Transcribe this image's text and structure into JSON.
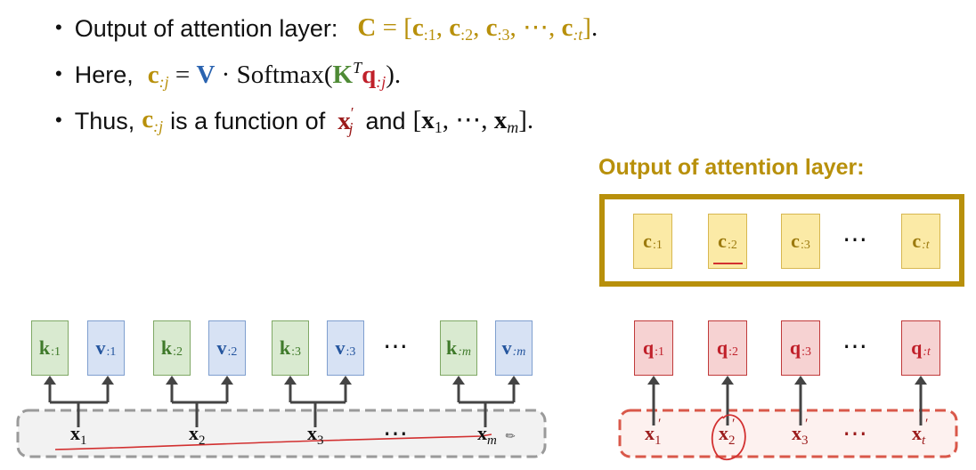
{
  "bullets": [
    {
      "text_prefix": "Output of attention layer:",
      "formula_lhs": "C",
      "formula_items": [
        "c",
        "c",
        "c",
        "⋯",
        "c"
      ],
      "formula_subs": [
        ":1",
        ":2",
        ":3",
        "",
        ":t"
      ]
    },
    {
      "text_prefix": "Here,",
      "lhs": "c",
      "lhs_sub": ":j",
      "v": "V",
      "softmax": "Softmax",
      "k": "K",
      "k_sup": "T",
      "q": "q",
      "q_sub": ":j"
    },
    {
      "text_prefix": "Thus,",
      "c": "c",
      "c_sub": ":j",
      "mid_text": "is a function of",
      "xp": "x",
      "xp_sub": "j",
      "and_text": "and",
      "x_first": "x",
      "x_first_sub": "1",
      "x_last": "x",
      "x_last_sub": "m"
    }
  ],
  "output_title": "Output of attention layer:",
  "c_boxes": [
    {
      "label": "c",
      "sub": ":1"
    },
    {
      "label": "c",
      "sub": ":2"
    },
    {
      "label": "c",
      "sub": ":3"
    },
    {
      "label": "c",
      "sub": ":t",
      "italic": true
    }
  ],
  "key_value_pairs": [
    {
      "k": "k",
      "k_sub": ":1",
      "v": "v",
      "v_sub": ":1"
    },
    {
      "k": "k",
      "k_sub": ":2",
      "v": "v",
      "v_sub": ":2"
    },
    {
      "k": "k",
      "k_sub": ":3",
      "v": "v",
      "v_sub": ":3"
    },
    {
      "k": "k",
      "k_sub": ":m",
      "v": "v",
      "v_sub": ":m"
    }
  ],
  "q_boxes": [
    {
      "label": "q",
      "sub": ":1"
    },
    {
      "label": "q",
      "sub": ":2"
    },
    {
      "label": "q",
      "sub": ":3"
    },
    {
      "label": "q",
      "sub": ":t"
    }
  ],
  "encoder_inputs": [
    {
      "label": "x",
      "sub": "1"
    },
    {
      "label": "x",
      "sub": "2"
    },
    {
      "label": "x",
      "sub": "3"
    },
    {
      "label": "x",
      "sub": "m"
    }
  ],
  "decoder_inputs": [
    {
      "label": "x",
      "sub": "1"
    },
    {
      "label": "x",
      "sub": "2"
    },
    {
      "label": "x",
      "sub": "3"
    },
    {
      "label": "x",
      "sub": "t"
    }
  ],
  "ellipsis": "⋯",
  "colors": {
    "gold": "#b8900b",
    "green": "#4e8a35",
    "blue": "#2a63b0",
    "red": "#c0202a",
    "encoder_border": "#9a9a9a",
    "decoder_border": "#d9584a"
  }
}
